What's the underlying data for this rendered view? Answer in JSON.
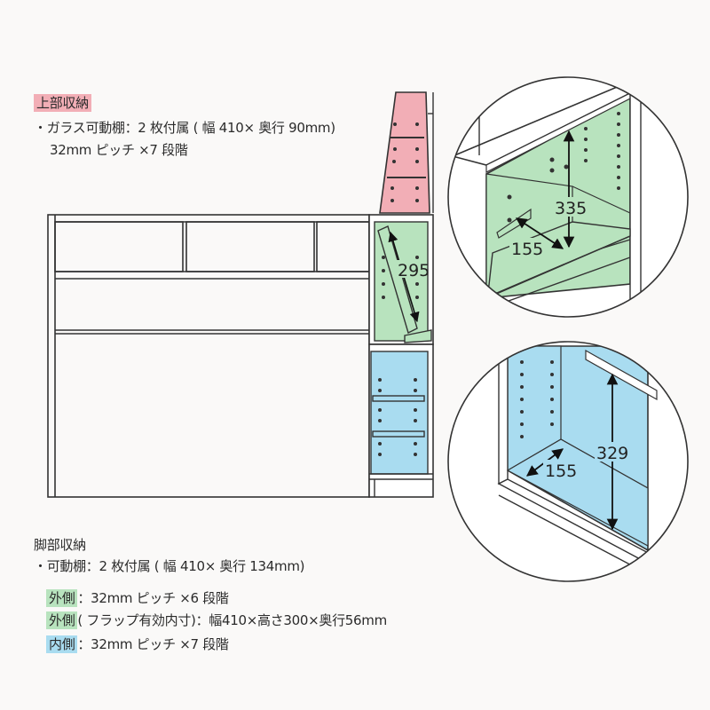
{
  "upper": {
    "title": "上部収納",
    "line1": "・ガラス可動棚：2 枚付属 ( 幅 410× 奥行 90mm)",
    "line2": "32mm ピッチ ×7 段階"
  },
  "lower": {
    "title": "脚部収納",
    "line1": "・可動棚：2 枚付属 ( 幅 410× 奥行 134mm)",
    "outer_label": "外側",
    "outer_text": "：32mm ピッチ ×6 段階",
    "flap_label": "外側",
    "flap_text": "( フラップ有効内寸)：幅410×高さ300×奥行56mm",
    "inner_label": "内側",
    "inner_text": "：32mm ピッチ ×7 段階"
  },
  "dimensions": {
    "flap_height": "295",
    "upper_depth": "155",
    "upper_height": "335",
    "lower_depth": "155",
    "lower_height": "329"
  },
  "colors": {
    "pink": "#f2aeb6",
    "green": "#b8e3be",
    "blue": "#a9dcf0",
    "line": "#333333"
  }
}
